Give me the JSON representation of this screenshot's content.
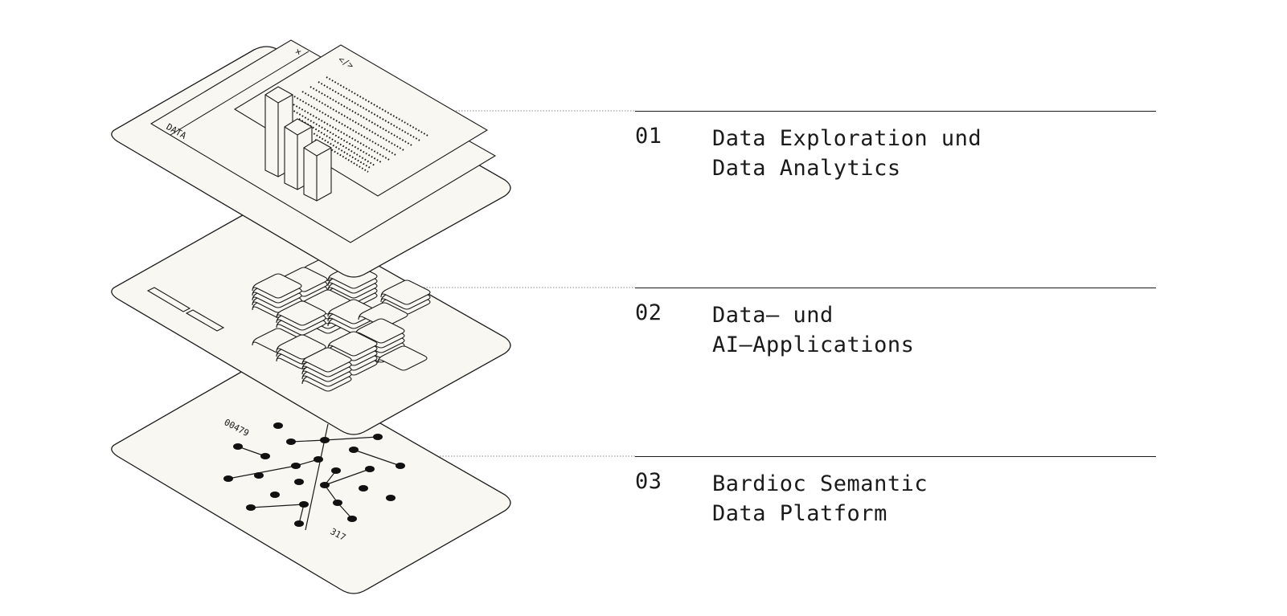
{
  "items": [
    {
      "number": "01",
      "line1": "Data Exploration und",
      "line2": "Data Analytics"
    },
    {
      "number": "02",
      "line1": "Data– und",
      "line2": "AI–Applications"
    },
    {
      "number": "03",
      "line1": "Bardioc Semantic",
      "line2": "Data Platform"
    }
  ],
  "illustration": {
    "top_layer_label": "DATA",
    "window_close_glyph": "×",
    "window_code_glyph": "</>",
    "graph_label_top": "00479",
    "graph_label_bottom": "317",
    "panel_fill": "#f8f7f1",
    "stroke_color": "#1a1a1a"
  }
}
